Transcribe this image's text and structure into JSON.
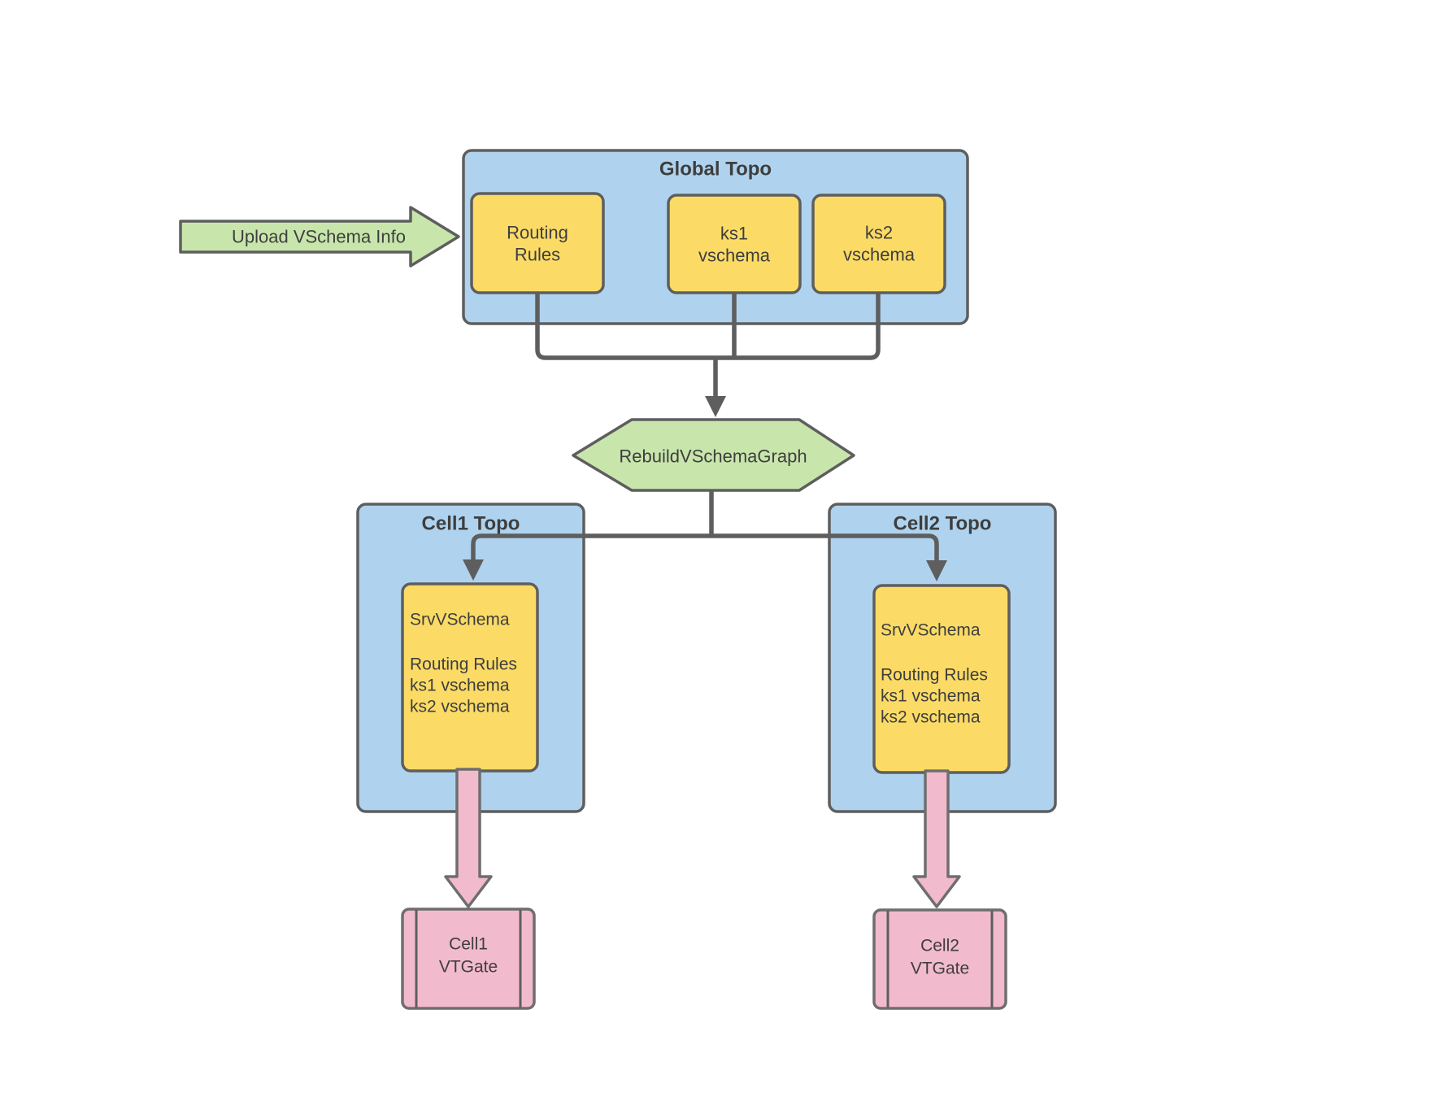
{
  "upload_arrow": {
    "label": "Upload VSchema Info"
  },
  "global_topo": {
    "title": "Global Topo",
    "routing_rules": {
      "line1": "Routing",
      "line2": "Rules"
    },
    "ks1": {
      "line1": "ks1",
      "line2": "vschema"
    },
    "ks2": {
      "line1": "ks2",
      "line2": "vschema"
    }
  },
  "rebuild": {
    "label": "RebuildVSchemaGraph"
  },
  "cell1": {
    "title": "Cell1 Topo",
    "srv": {
      "heading": "SrvVSchema",
      "items": [
        "Routing Rules",
        "ks1 vschema",
        "ks2 vschema"
      ]
    },
    "vtgate": {
      "line1": "Cell1",
      "line2": "VTGate"
    }
  },
  "cell2": {
    "title": "Cell2 Topo",
    "srv": {
      "heading": "SrvVSchema",
      "items": [
        "Routing Rules",
        "ks1 vschema",
        "ks2 vschema"
      ]
    },
    "vtgate": {
      "line1": "Cell2",
      "line2": "VTGate"
    }
  },
  "colors": {
    "container_blue": "#AFD3EE",
    "node_yellow": "#FBDB66",
    "accent_green": "#C8E6AC",
    "accent_pink": "#F2BACD",
    "line_gray": "#5E5E5E",
    "text_dark": "#3E3E3E"
  }
}
